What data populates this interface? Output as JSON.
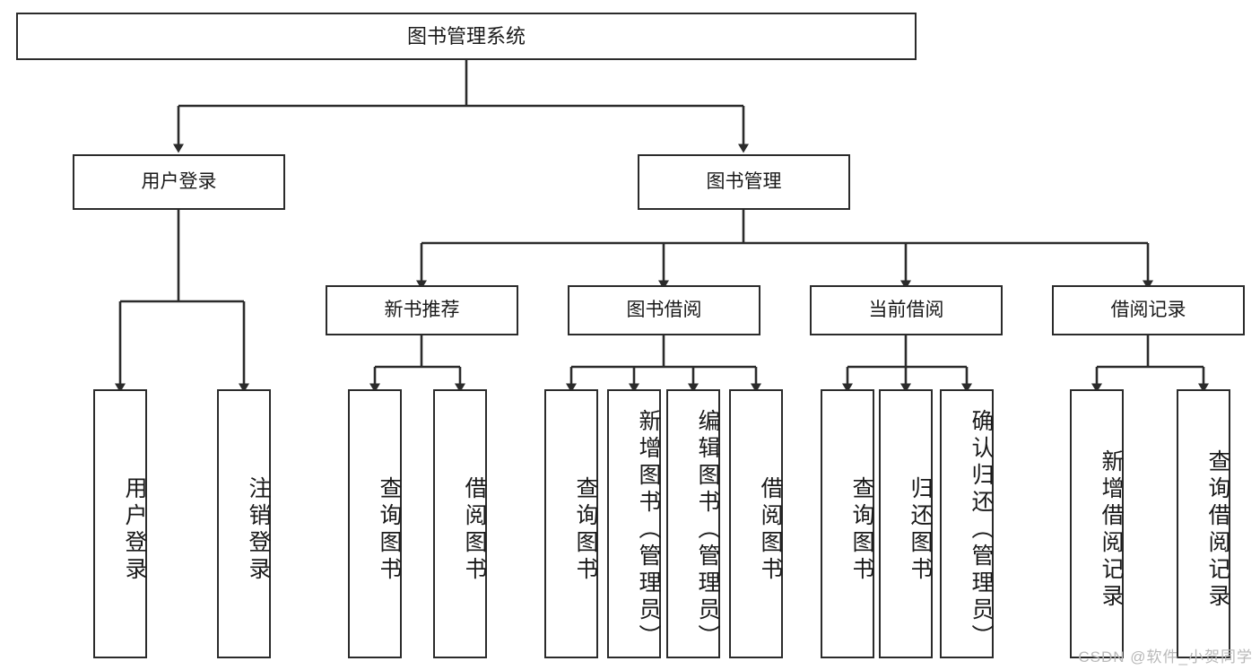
{
  "diagram": {
    "title": "图书管理系统",
    "watermark": "CSDN @软件_小贺同学",
    "colors": {
      "stroke": "#2b2b2b",
      "fill": "#ffffff",
      "text": "#1a1a1a",
      "watermark": "#b9b9b9"
    },
    "levels": {
      "level1": [
        {
          "id": "root",
          "label": "图书管理系统"
        }
      ],
      "level2": [
        {
          "id": "user-login",
          "label": "用户登录"
        },
        {
          "id": "book-manage",
          "label": "图书管理"
        }
      ],
      "level3": [
        {
          "id": "new-book-rec",
          "label": "新书推荐"
        },
        {
          "id": "book-borrow",
          "label": "图书借阅"
        },
        {
          "id": "current-borrow",
          "label": "当前借阅"
        },
        {
          "id": "borrow-record",
          "label": "借阅记录"
        }
      ],
      "level4": [
        {
          "id": "leaf-user-login",
          "parent": "user-login",
          "label": "用户登录"
        },
        {
          "id": "leaf-logout",
          "parent": "user-login",
          "label": "注销登录"
        },
        {
          "id": "leaf-query-book-1",
          "parent": "new-book-rec",
          "label": "查询图书"
        },
        {
          "id": "leaf-borrow-book-1",
          "parent": "new-book-rec",
          "label": "借阅图书"
        },
        {
          "id": "leaf-query-book-2",
          "parent": "book-borrow",
          "label": "查询图书"
        },
        {
          "id": "leaf-add-book",
          "parent": "book-borrow",
          "label": "新增图书（管理员）"
        },
        {
          "id": "leaf-edit-book",
          "parent": "book-borrow",
          "label": "编辑图书（管理员）"
        },
        {
          "id": "leaf-borrow-book-2",
          "parent": "book-borrow",
          "label": "借阅图书"
        },
        {
          "id": "leaf-query-book-3",
          "parent": "current-borrow",
          "label": "查询图书"
        },
        {
          "id": "leaf-return-book",
          "parent": "current-borrow",
          "label": "归还图书"
        },
        {
          "id": "leaf-confirm-return",
          "parent": "current-borrow",
          "label": "确认归还（管理员）"
        },
        {
          "id": "leaf-add-record",
          "parent": "borrow-record",
          "label": "新增借阅记录"
        },
        {
          "id": "leaf-query-record",
          "parent": "borrow-record",
          "label": "查询借阅记录"
        }
      ]
    }
  }
}
